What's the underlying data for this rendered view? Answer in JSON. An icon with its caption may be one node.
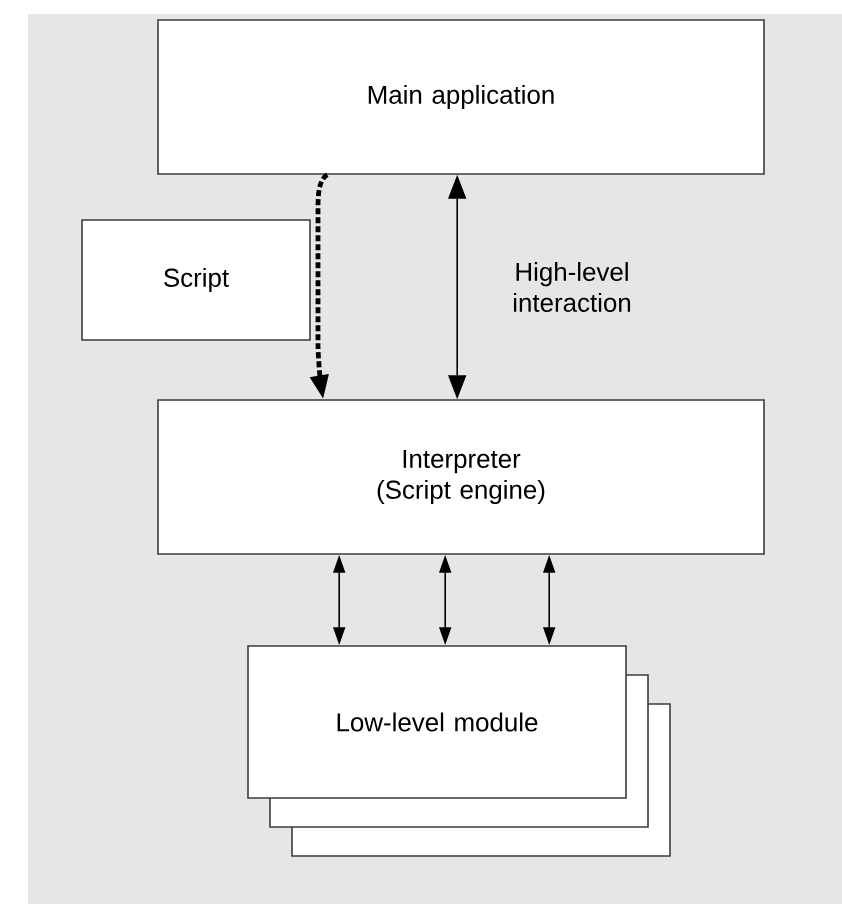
{
  "diagram": {
    "nodes": [
      {
        "text": [
          "Main application"
        ]
      },
      {
        "text": [
          "Script"
        ]
      },
      {
        "text": [
          "Interpreter (Script engine)"
        ]
      },
      {
        "text": [
          "Low-level module"
        ]
      }
    ],
    "edges": [
      {
        "from": 0,
        "to": 2,
        "arrow": "to",
        "style": "dashed"
      },
      {
        "from": 0,
        "to": 2,
        "arrow": "both",
        "label": "High-level interaction"
      },
      {
        "from": 2,
        "to": 3,
        "arrow": "both"
      },
      {
        "from": 2,
        "to": 3,
        "arrow": "both"
      },
      {
        "from": 2,
        "to": 3,
        "arrow": "both"
      }
    ]
  }
}
